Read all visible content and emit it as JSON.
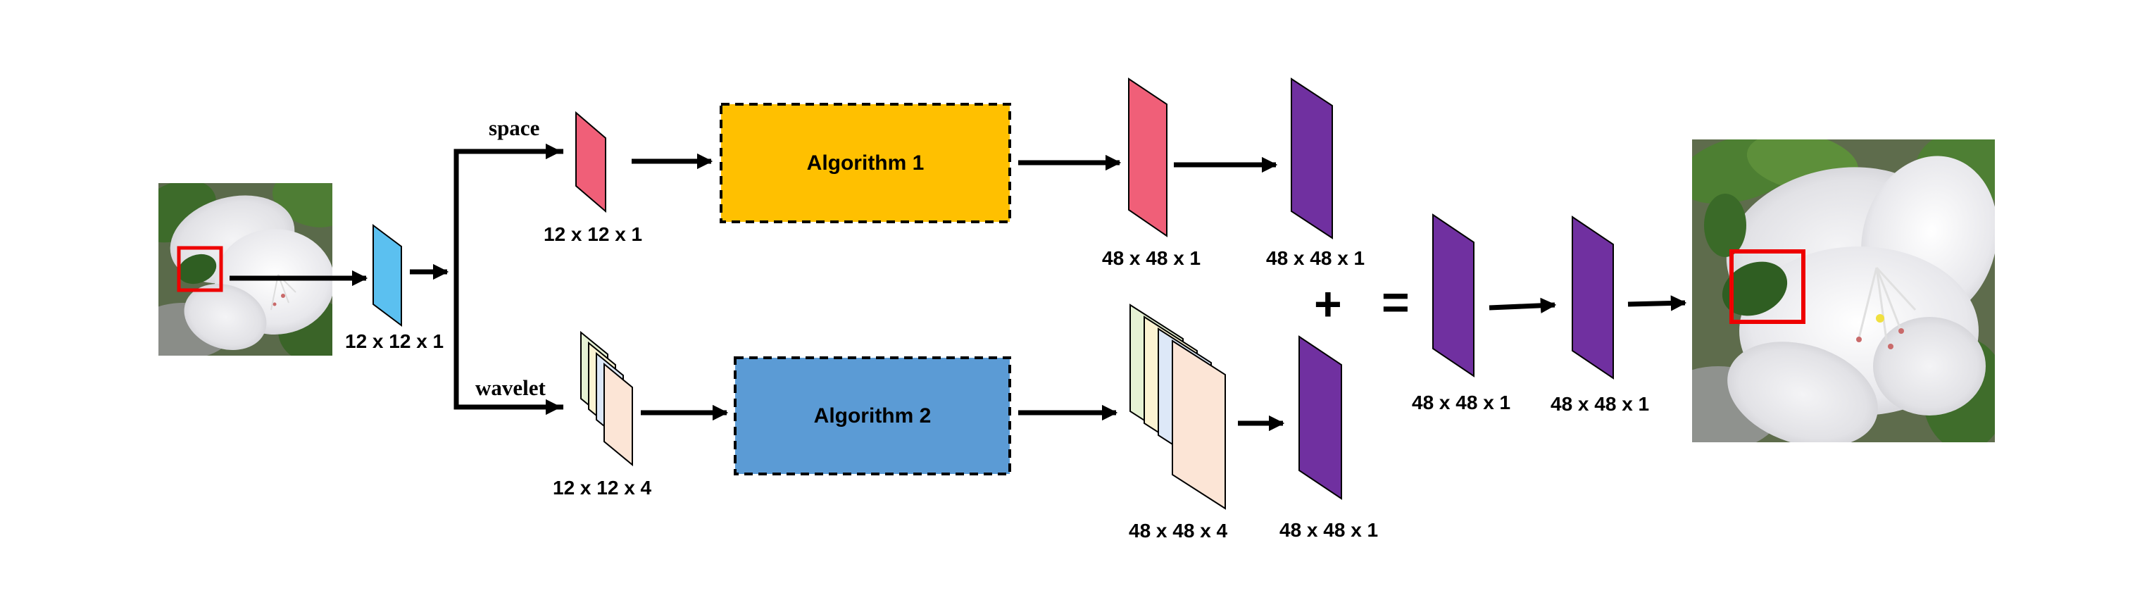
{
  "branches": {
    "space_label": "space",
    "wavelet_label": "wavelet"
  },
  "algorithms": {
    "algo1": {
      "label": "Algorithm 1",
      "color": "#FFC000"
    },
    "algo2": {
      "label": "Algorithm 2",
      "color": "#5B9BD5"
    }
  },
  "dims": {
    "input": "12 x 12 x 1",
    "space_in": "12 x 12 x 1",
    "wavelet_in": "12 x 12 x 4",
    "space_out": "48 x 48 x 1",
    "space_purple": "48 x 48 x 1",
    "wavelet_out": "48 x 48 x 4",
    "wavelet_purple": "48 x 48 x 1",
    "sum": "48 x 48 x 1",
    "final": "48 x 48 x 1"
  },
  "operators": {
    "plus": "+",
    "equals": "="
  },
  "colors": {
    "input_patch": "#5BC0F0",
    "space_feature": "#F05F78",
    "purple_feature": "#7030A0",
    "wavelet_1": "#E6F2D4",
    "wavelet_2": "#FBF3D2",
    "wavelet_3": "#DDE8F8",
    "wavelet_4": "#FCE5D6",
    "highlight_box": "#EE0000"
  },
  "images": {
    "input_image": "flower-photo-input",
    "output_image": "flower-photo-output"
  }
}
